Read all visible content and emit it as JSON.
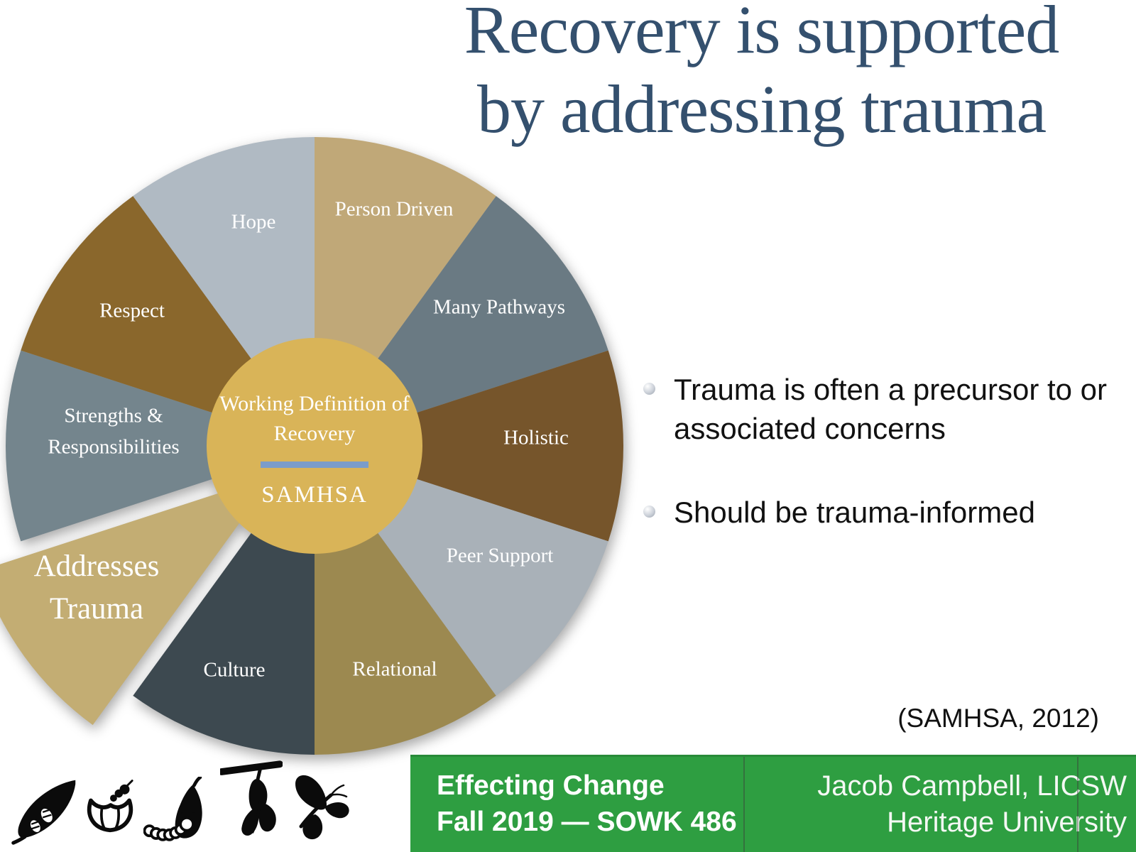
{
  "slide": {
    "title": {
      "line1": "Recovery is supported",
      "line2": "by addressing trauma"
    },
    "bullets": [
      "Trauma is often a precursor to or associated concerns",
      "Should be trauma-informed"
    ],
    "citation": "(SAMHSA, 2012)",
    "footer": {
      "left_line1": "Effecting Change",
      "left_line2": "Fall 2019 — SOWK 486",
      "right_line1": "Jacob Campbell, LICSW",
      "right_line2": "Heritage University"
    },
    "colors": {
      "title_text": "#34506e",
      "footer_green": "#2e9e41",
      "center_divider_blue": "#7b9cc9"
    },
    "lifecycle_icons": [
      "leaf-with-eggs-icon",
      "hatching-egg-icon",
      "caterpillar-icon",
      "chrysalis-icon",
      "butterfly-icon"
    ]
  },
  "chart_data": {
    "type": "pie",
    "title": "Working Definition of Recovery (SAMHSA)",
    "direction": "clockwise",
    "start_angle_deg": 0,
    "legend_position": "none",
    "center_label": {
      "line1": "Working Definition of Recovery",
      "line2": "SAMHSA"
    },
    "center_color": "#d9b458",
    "slices": [
      {
        "label": "Person Driven",
        "value": 10,
        "color": "#c0a878",
        "exploded": false
      },
      {
        "label": "Many Pathways",
        "value": 10,
        "color": "#6a7a83",
        "exploded": false
      },
      {
        "label": "Holistic",
        "value": 10,
        "color": "#76552b",
        "exploded": false
      },
      {
        "label": "Peer Support",
        "value": 10,
        "color": "#a9b1b8",
        "exploded": false
      },
      {
        "label": "Relational",
        "value": 10,
        "color": "#9c8950",
        "exploded": false
      },
      {
        "label": "Culture",
        "value": 10,
        "color": "#3d4950",
        "exploded": false
      },
      {
        "label": "Addresses Trauma",
        "value": 10,
        "color": "#c3ad73",
        "exploded": true
      },
      {
        "label": "Strengths & Responsibilities",
        "value": 10,
        "color": "#74858d",
        "exploded": false
      },
      {
        "label": "Respect",
        "value": 10,
        "color": "#8a672c",
        "exploded": false
      },
      {
        "label": "Hope",
        "value": 10,
        "color": "#b0bac3",
        "exploded": false
      }
    ]
  }
}
